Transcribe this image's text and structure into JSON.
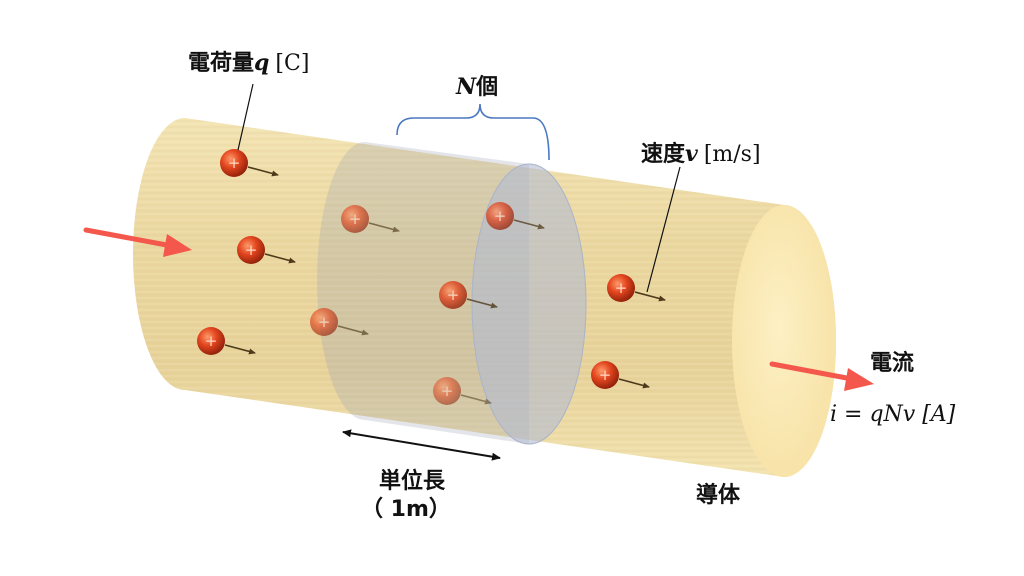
{
  "labels": {
    "charge_jp": "電荷量",
    "charge_sym": "q",
    "charge_unit": "[C]",
    "count_sym": "N",
    "count_jp": "個",
    "velocity_jp": "速度",
    "velocity_sym": "v",
    "velocity_unit": "[m/s]",
    "current_jp": "電流",
    "current_formula": "i = qNv [A]",
    "unit_length_line1": "単位長",
    "unit_length_line2": "（ 1m）",
    "conductor": "導体",
    "charge_sign": "+"
  },
  "colors": {
    "cylinder_body": "#efdca2",
    "cylinder_end": "#fbe8b2",
    "cross_section": "#b8bfd6",
    "charge": "#d93c1a",
    "current_arrow": "#f4574b",
    "brace": "#4a78c2",
    "velocity_arrow": "#4d3a1a"
  },
  "icons": {
    "charge": "positive-charge-sphere-icon",
    "current_in": "current-arrow-in-icon",
    "current_out": "current-arrow-out-icon"
  }
}
